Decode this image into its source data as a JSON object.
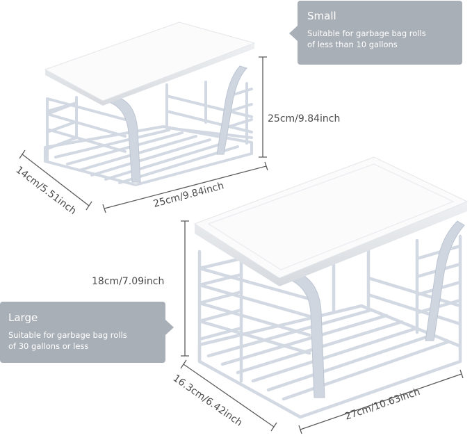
{
  "small": {
    "title": "Small",
    "description_line1": "Suitable for garbage bag rolls",
    "description_line2": "of less than 10 gallons",
    "height_label": "25cm/9.84inch",
    "width_label": "25cm/9.84inch",
    "depth_label": "14cm/5.51inch"
  },
  "large": {
    "title": "Large",
    "description_line1": "Suitable for garbage bag rolls",
    "description_line2": "of 30 gallons or less",
    "height_label": "18cm/7.09inch",
    "width_label": "27cm/10.63inch",
    "depth_label": "16.3cm/6.42inch"
  },
  "colors": {
    "callout_bg": "#a9afb6",
    "callout_text": "#ffffff",
    "wire": "#d3d9e3",
    "wire_shade": "#b9c1cd",
    "lid": "#fbfbfb",
    "dimension_line": "#5b5b5b"
  }
}
